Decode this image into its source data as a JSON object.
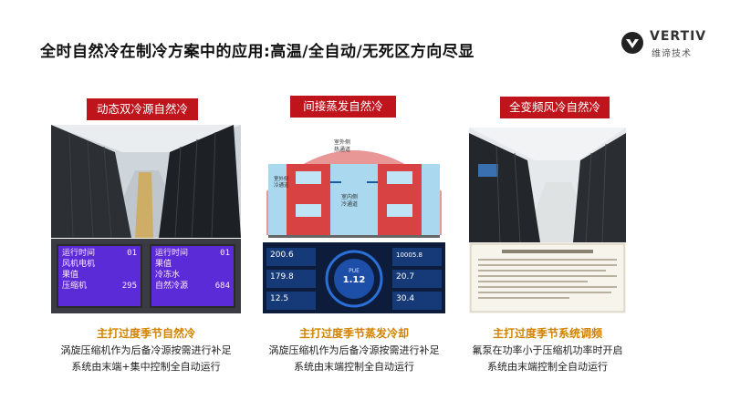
{
  "title": "全时自然冷在制冷方案中的应用:高温/全自动/无死区方向尽显",
  "logo": {
    "brand": "VERTIV",
    "brand_cn": "维谛技术"
  },
  "panels": [
    {
      "label": "动态双冷源自然冷",
      "screen_left": {
        "line1": "运行时间",
        "num": "01",
        "line2": "风机电机",
        "line3": "果值",
        "line4": "压缩机",
        "val": "295"
      },
      "screen_right": {
        "line1": "运行时间",
        "num": "01",
        "line2": "果值",
        "line3": "冷冻水",
        "line4": "自然冷源",
        "val": "684"
      },
      "caption_title": "主打过度季节自然冷",
      "caption_line1": "涡旋压缩机作为后备冷源按需进行补足",
      "caption_line2": "系统由末端+集中控制全自动运行"
    },
    {
      "label": "间接蒸发自然冷",
      "diagram": {
        "top_label": "室外侧\n热通道",
        "left_label": "室外侧\n冷通道",
        "center_label": "室内侧\n冷通道"
      },
      "ui": {
        "v1": "200.6",
        "v2": "179.8",
        "v3": "12.5",
        "v4": "10005.8",
        "v5": "20.7",
        "v6": "30.4",
        "pue_label": "PUE",
        "pue": "1.12"
      },
      "caption_title": "主打过度季节蒸发冷却",
      "caption_line1": "涡旋压缩机作为后备冷源按需进行补足",
      "caption_line2": "系统由末端控制全自动运行"
    },
    {
      "label": "全变频风冷自然冷",
      "caption_title": "主打过度季节系统调频",
      "caption_line1": "氟泵在功率小于压缩机功率时开启",
      "caption_line2": "系统由末端控制全自动运行"
    }
  ],
  "colors": {
    "label_bg": "#c0141c",
    "caption_title": "#d28200"
  }
}
